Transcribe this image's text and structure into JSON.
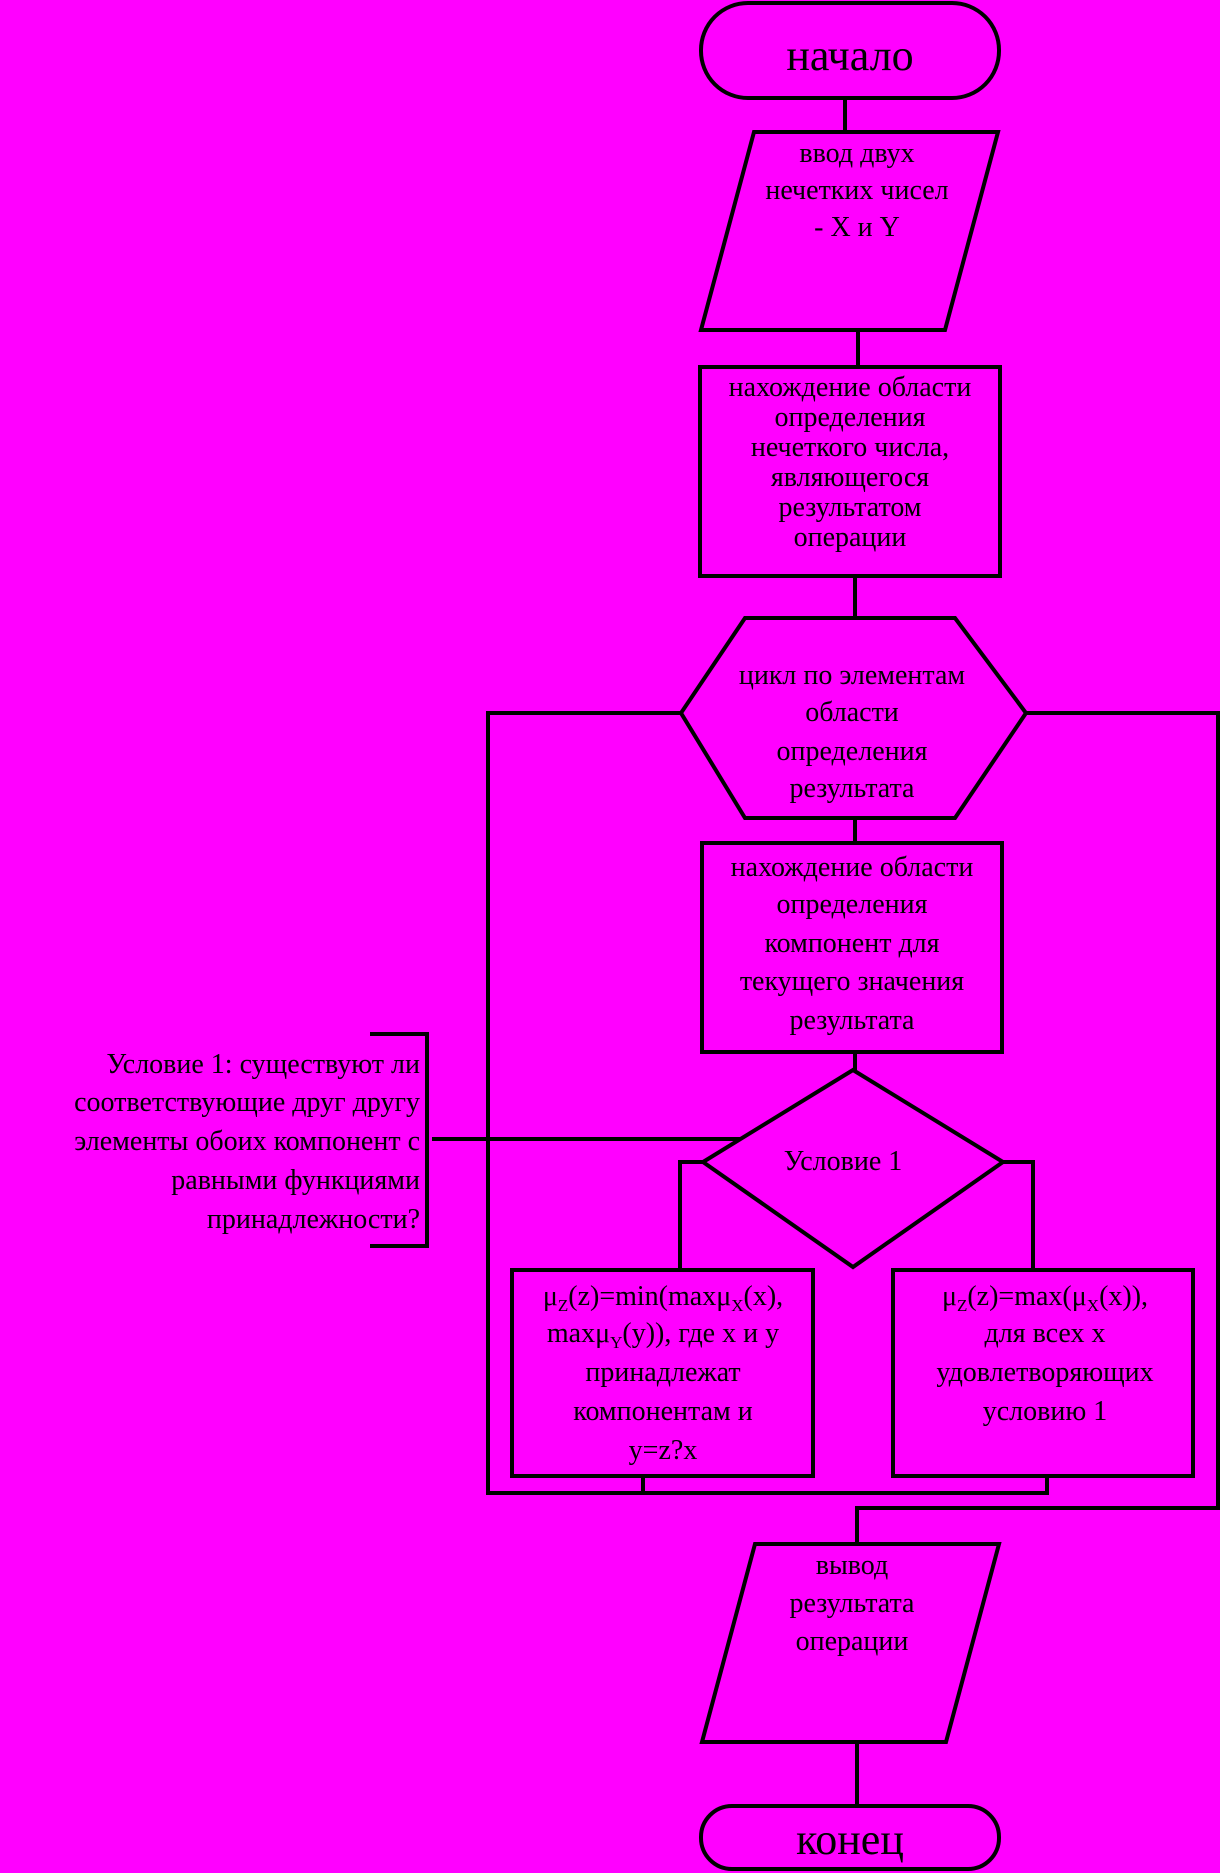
{
  "colors": {
    "background": "#ff00ff",
    "stroke": "#000000",
    "text": "#000000"
  },
  "flowchart": {
    "start": "начало",
    "input": [
      "ввод двух",
      "нечетких чисел",
      "- X и Y"
    ],
    "domain": [
      "нахождение области",
      "определения",
      "нечеткого числа,",
      "являющегося",
      "результатом",
      "операции"
    ],
    "loop": [
      "цикл по элементам",
      "области",
      "определения",
      "результата"
    ],
    "components": [
      "нахождение области",
      "определения",
      "компонент для",
      "текущего значения",
      "результата"
    ],
    "condition": "Условие 1",
    "comment": [
      "Условие 1: существуют ли",
      "соответствующие друг другу",
      "элементы обоих компонент с",
      "равными функциями",
      "принадлежности?"
    ],
    "branch_left": {
      "mu": "μ",
      "z_sub": "Z",
      "x_sub": "X",
      "y_sub": "Y",
      "l1_a": "(z)=min(maxμ",
      "l1_b": "(x),",
      "l2_a": "maxμ",
      "l2_b": "(y)), где x и y",
      "l3": "принадлежат",
      "l4": "компонентам и",
      "l5": "y=z?x"
    },
    "branch_right": {
      "mu": "μ",
      "z_sub": "Z",
      "x_sub": "X",
      "l1_a": "(z)=max(μ",
      "l1_b": "(x)),",
      "l2": "для всех x",
      "l3": "удовлетворяющих",
      "l4": "условию 1"
    },
    "output": [
      "вывод",
      "результата",
      "операции"
    ],
    "end": "конец"
  }
}
